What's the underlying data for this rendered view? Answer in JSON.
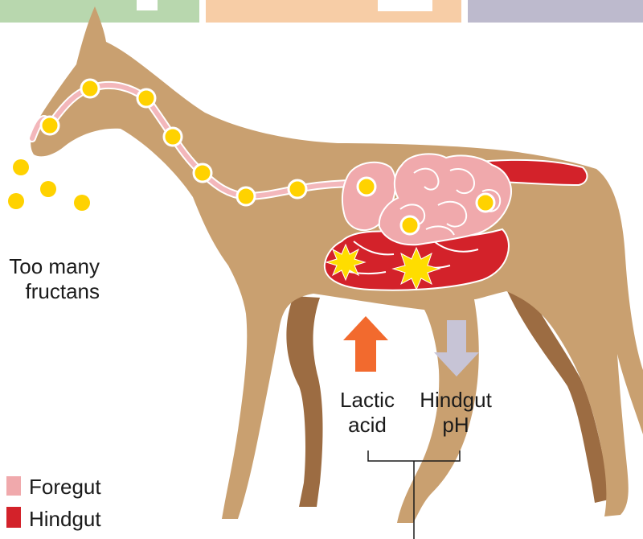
{
  "labels": {
    "too_many_line1": "Too many",
    "too_many_line2": "fructans",
    "lactic_line1": "Lactic",
    "lactic_line2": "acid",
    "hindgut_ph_line1": "Hindgut",
    "hindgut_ph_line2": "pH"
  },
  "legend": [
    {
      "label": "Foregut",
      "color": "#f0a9ac"
    },
    {
      "label": "Hindgut",
      "color": "#d3222a"
    }
  ],
  "colors": {
    "horse": "#c9a070",
    "horse_far_legs": "#9c6c42",
    "tract_tube": "#f3b7bb",
    "foregut": "#f0a9ac",
    "hindgut": "#d3222a",
    "fructan_dot": "#ffd200",
    "burst": "#ffdd00",
    "up_arrow": "#f26a2e",
    "down_arrow": "#c7c4d6",
    "top_bar_green": "#b8d7ae",
    "top_bar_peach": "#f7cda6",
    "top_bar_lavender": "#bdbacd"
  },
  "icons": {
    "up_arrow": "arrow-up-icon",
    "down_arrow": "arrow-down-icon",
    "burst": "starburst-icon"
  }
}
